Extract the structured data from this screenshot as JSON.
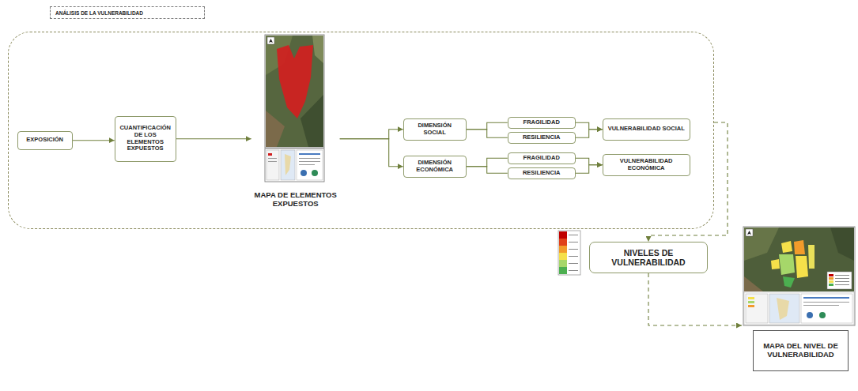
{
  "diagram": {
    "nodes": [
      {
        "text": [
          "ANÁLISIS DE LA VULNERABILIDAD"
        ]
      },
      {
        "text": [
          "EXPOSICIÓN"
        ],
        "in": 0
      },
      {
        "text": [
          "CUANTIFICACIÓN DE LOS ELEMENTOS EXPUESTOS"
        ],
        "in": 0
      },
      {
        "text": [
          "MAPA DE ELEMENTOS EXPUESTOS"
        ],
        "in": 0
      },
      {
        "text": [
          "DIMENSIÓN SOCIAL"
        ],
        "in": 0
      },
      {
        "text": [
          "FRAGILIDAD"
        ],
        "in": 0
      },
      {
        "text": [
          "RESILIENCIA"
        ],
        "in": 0
      },
      {
        "text": [
          "VULNERABILIDAD SOCIAL"
        ],
        "in": 0
      },
      {
        "text": [
          "DIMENSIÓN ECONÓMICA"
        ],
        "in": 0
      },
      {
        "text": [
          "FRAGILIDAD"
        ],
        "in": 0
      },
      {
        "text": [
          "RESILIENCIA"
        ],
        "in": 0
      },
      {
        "text": [
          "VULNERABILIDAD ECONÓMICA"
        ],
        "in": 0
      },
      {
        "text": [
          "NIVELES DE VULNERABILIDAD"
        ]
      },
      {
        "text": [
          "MAPA DEL NIVEL DE VULNERABILIDAD"
        ]
      }
    ],
    "edges": [
      {
        "from": 1,
        "to": 2,
        "arrow": "to"
      },
      {
        "from": 2,
        "to": 3,
        "arrow": "to"
      },
      {
        "from": 3,
        "to": 4,
        "arrow": "to"
      },
      {
        "from": 3,
        "to": 8,
        "arrow": "to"
      },
      {
        "from": 4,
        "to": 5,
        "arrow": "none"
      },
      {
        "from": 4,
        "to": 6,
        "arrow": "none"
      },
      {
        "from": 5,
        "to": 7,
        "arrow": "to"
      },
      {
        "from": 6,
        "to": 7,
        "arrow": "to"
      },
      {
        "from": 8,
        "to": 9,
        "arrow": "none"
      },
      {
        "from": 8,
        "to": 10,
        "arrow": "none"
      },
      {
        "from": 9,
        "to": 11,
        "arrow": "to"
      },
      {
        "from": 10,
        "to": 11,
        "arrow": "to"
      },
      {
        "from": 0,
        "to": 12,
        "arrow": "to"
      },
      {
        "from": 12,
        "to": 13,
        "arrow": "to"
      }
    ]
  }
}
